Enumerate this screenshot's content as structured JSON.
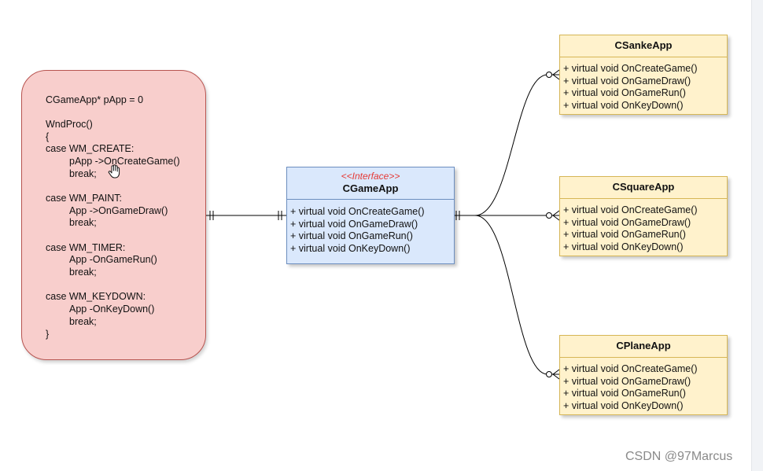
{
  "winproc": {
    "lines": [
      "CGameApp* pApp = 0",
      "WndProc()",
      "{",
      "case WM_CREATE:",
      "pApp ->OnCreateGame()",
      "break;",
      "case WM_PAINT:",
      "App ->OnGameDraw()",
      "break;",
      "case WM_TIMER:",
      "App -OnGameRun()",
      "break;",
      "case WM_KEYDOWN:",
      "App -OnKeyDown()",
      "break;",
      "}"
    ]
  },
  "interface": {
    "stereotype": "<<Interface>>",
    "name": "CGameApp",
    "methods": [
      "+ virtual void OnCreateGame()",
      "+ virtual void OnGameDraw()",
      "+ virtual void OnGameRun()",
      "+ virtual void OnKeyDown()"
    ]
  },
  "implementations": [
    {
      "name": "CSankeApp",
      "methods": [
        "+ virtual void OnCreateGame()",
        "+ virtual void OnGameDraw()",
        "+ virtual void OnGameRun()",
        "+ virtual void OnKeyDown()"
      ]
    },
    {
      "name": "CSquareApp",
      "methods": [
        "+ virtual void OnCreateGame()",
        "+ virtual void OnGameDraw()",
        "+ virtual void OnGameRun()",
        "+ virtual void OnKeyDown()"
      ]
    },
    {
      "name": "CPlaneApp",
      "methods": [
        "+ virtual void OnCreateGame()",
        "+ virtual void OnGameDraw()",
        "+ virtual void OnGameRun()",
        "+ virtual void OnKeyDown()"
      ]
    }
  ],
  "watermark": "CSDN @97Marcus",
  "colors": {
    "winproc_fill": "#f8cecc",
    "winproc_border": "#b85450",
    "interface_fill": "#dae8fc",
    "interface_border": "#6c8ebf",
    "impl_fill": "#fff2cc",
    "impl_border": "#d6b656",
    "stereotype": "#e53935"
  },
  "icons": [
    "hand-cursor-icon"
  ]
}
